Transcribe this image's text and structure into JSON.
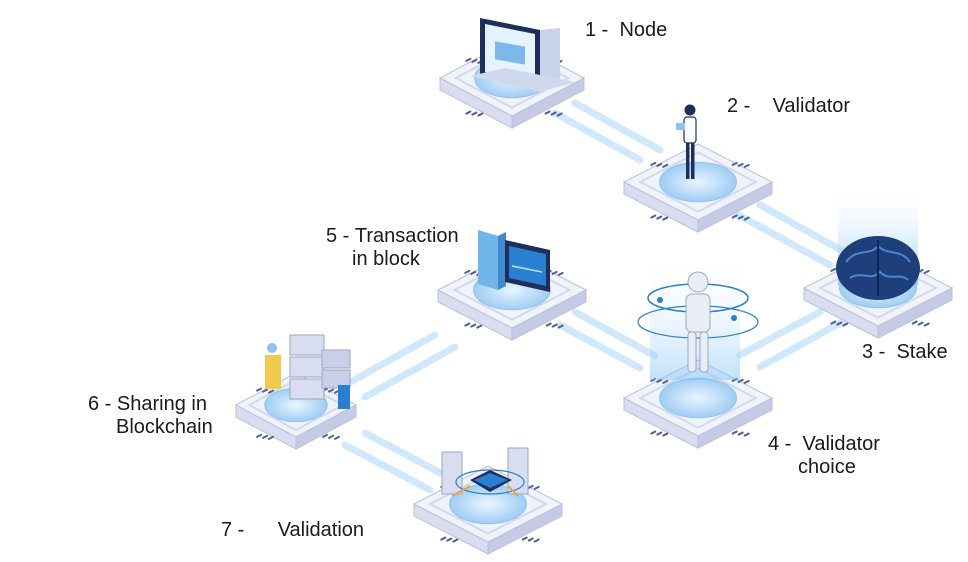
{
  "steps": [
    {
      "id": 1,
      "number": "1 -",
      "label": "Node",
      "icon": "laptop-icon"
    },
    {
      "id": 2,
      "number": "2 -",
      "label": "Validator",
      "icon": "person-icon"
    },
    {
      "id": 3,
      "number": "3 -",
      "label": "Stake",
      "icon": "brain-icon"
    },
    {
      "id": 4,
      "number": "4 -",
      "label_line1": "Validator",
      "label_line2": "choice",
      "icon": "robot-icon"
    },
    {
      "id": 5,
      "number": "5 -",
      "label_line1": "Transaction",
      "label_line2": "in block",
      "icon": "monitor-icon"
    },
    {
      "id": 6,
      "number": "6 -",
      "label_line1": "Sharing in",
      "label_line2": "Blockchain",
      "icon": "servers-icon"
    },
    {
      "id": 7,
      "number": "7 -",
      "label": "Validation",
      "icon": "chip-icon"
    }
  ],
  "colors": {
    "platform_top": "#f1f3fb",
    "platform_side": "#d9ddef",
    "platform_edge": "#c5cbe6",
    "accent": "#2a7fd0",
    "accent_light": "#8fc4f2",
    "disc": "#bfe0fa",
    "connector": "#cfe8fb",
    "dark": "#1e2f5c"
  }
}
